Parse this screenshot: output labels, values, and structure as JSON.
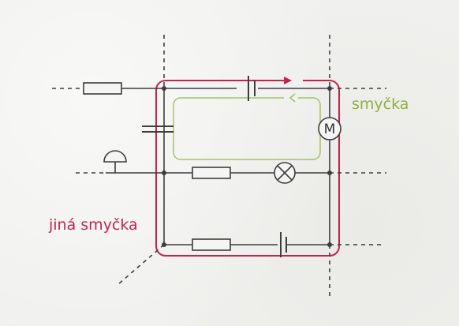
{
  "labels": {
    "green_loop": "smyčka",
    "red_loop": "jiná smyčka",
    "motor_symbol": "M"
  },
  "colors": {
    "red_loop": "#c4244c",
    "green_loop": "#a7c26a",
    "wire": "#3d3d3d",
    "background": "#f0f0ee"
  },
  "icons": [
    "resistor-icon",
    "battery-icon",
    "capacitor-icon",
    "motor-icon",
    "lamp-icon",
    "bell-icon",
    "junction-dot-icon",
    "arrow-icon"
  ]
}
